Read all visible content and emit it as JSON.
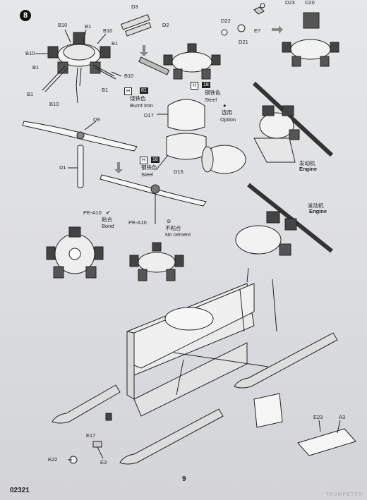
{
  "step": {
    "number": "8"
  },
  "parts": {
    "d3": "D3",
    "d2": "D2",
    "d22": "D22",
    "d21": "D21",
    "e7": "E7",
    "d23": "D23",
    "d20": "D20",
    "b10_a": "B10",
    "b1_a": "B1",
    "b10_b": "B10",
    "b1_b": "B1",
    "b10_c": "B10",
    "b1_c": "B1",
    "b10_d": "B10",
    "b1_d": "B1",
    "b1_e": "B1",
    "b10_e": "B10",
    "d17": "D17",
    "d16": "D16",
    "d9": "D9",
    "d1": "D1",
    "e17": "E17",
    "e22": "E22",
    "e3": "E3",
    "e23": "E23",
    "a3": "A3"
  },
  "callouts": {
    "burnt_iron_code": "H",
    "burnt_iron_num": "81",
    "burnt_iron_cn": "烧铁色",
    "burnt_iron_en": "Burnt Iron",
    "steel_a_code": "H",
    "steel_a_num": "18",
    "steel_a_cn": "钢铁色",
    "steel_a_en": "Steel",
    "option_cn": "选用",
    "option_en": "Option",
    "engine_a_cn": "发动机",
    "engine_a_en": "Engine",
    "steel_b_code": "H",
    "steel_b_num": "18",
    "steel_b_cn": "钢铁色",
    "steel_b_en": "Steel",
    "engine_b_cn": "发动机",
    "engine_b_en": "Engine",
    "pe_a10_bond": "PE-A10",
    "bond_cn": "粘合",
    "bond_en": "Bond",
    "pe_a10_nocement": "PE-A10",
    "nocement_cn": "不粘合",
    "nocement_en": "No cement"
  },
  "footer": {
    "code": "02321",
    "page_number": "9",
    "stamp": "TRUMPETER"
  }
}
